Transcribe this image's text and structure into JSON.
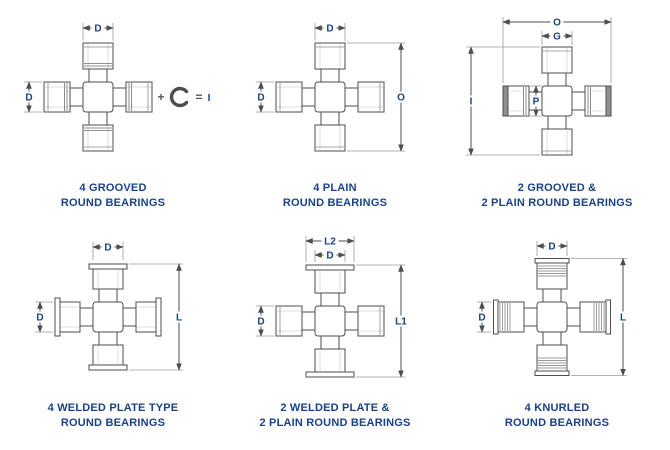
{
  "colors": {
    "label": "#1a4284",
    "line": "#4d4d4d",
    "background": "#ffffff"
  },
  "panels": [
    {
      "key": "4-grooved",
      "caption": [
        "4 GROOVED",
        "ROUND BEARINGS"
      ],
      "dims": {
        "top": "D",
        "left": "D"
      },
      "formula": {
        "plus": "+",
        "ring_icon": "snap-ring",
        "equals": "=",
        "result": "I"
      }
    },
    {
      "key": "4-plain",
      "caption": [
        "4 PLAIN",
        "ROUND BEARINGS"
      ],
      "dims": {
        "top": "D",
        "left": "D",
        "right": "O"
      }
    },
    {
      "key": "2-grooved-2-plain",
      "caption": [
        "2 GROOVED &",
        "2 PLAIN ROUND BEARINGS"
      ],
      "dims": {
        "top_outer": "O",
        "top_inner": "G",
        "left": "I",
        "inner": "P"
      }
    },
    {
      "key": "4-welded-plate",
      "caption": [
        "4 WELDED PLATE TYPE",
        "ROUND BEARINGS"
      ],
      "dims": {
        "top": "D",
        "left": "D",
        "right": "L"
      }
    },
    {
      "key": "2-welded-2-plain",
      "caption": [
        "2 WELDED PLATE &",
        "2 PLAIN ROUND BEARINGS"
      ],
      "dims": {
        "top_outer": "L2",
        "top_inner": "D",
        "left": "D",
        "right": "L1"
      }
    },
    {
      "key": "4-knurled",
      "caption": [
        "4 KNURLED",
        "ROUND BEARINGS"
      ],
      "dims": {
        "top": "D",
        "left": "D",
        "right": "L"
      }
    }
  ]
}
